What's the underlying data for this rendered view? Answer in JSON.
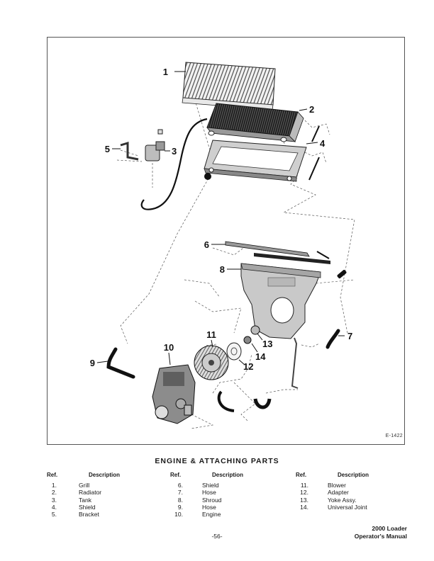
{
  "figure": {
    "drawing_id": "E-1422",
    "callouts": [
      "1",
      "2",
      "3",
      "4",
      "5",
      "6",
      "7",
      "8",
      "9",
      "10",
      "11",
      "12",
      "13",
      "14"
    ]
  },
  "caption": "ENGINE & ATTACHING PARTS",
  "parts_table": {
    "headers": {
      "ref": "Ref.",
      "description": "Description"
    },
    "columns": [
      [
        {
          "ref": "1.",
          "description": "Grill"
        },
        {
          "ref": "2.",
          "description": "Radiator"
        },
        {
          "ref": "3.",
          "description": "Tank"
        },
        {
          "ref": "4.",
          "description": "Shield"
        },
        {
          "ref": "5.",
          "description": "Bracket"
        }
      ],
      [
        {
          "ref": "6.",
          "description": "Shield"
        },
        {
          "ref": "7.",
          "description": "Hose"
        },
        {
          "ref": "8.",
          "description": "Shroud"
        },
        {
          "ref": "9.",
          "description": "Hose"
        },
        {
          "ref": "10.",
          "description": "Engine"
        }
      ],
      [
        {
          "ref": "11.",
          "description": "Blower"
        },
        {
          "ref": "12.",
          "description": "Adapter"
        },
        {
          "ref": "13.",
          "description": "Yoke Assy."
        },
        {
          "ref": "14.",
          "description": "Universal Joint"
        }
      ]
    ]
  },
  "footer": {
    "page_number": "-56-",
    "manual_line1": "2000 Loader",
    "manual_line2": "Operator's Manual"
  }
}
